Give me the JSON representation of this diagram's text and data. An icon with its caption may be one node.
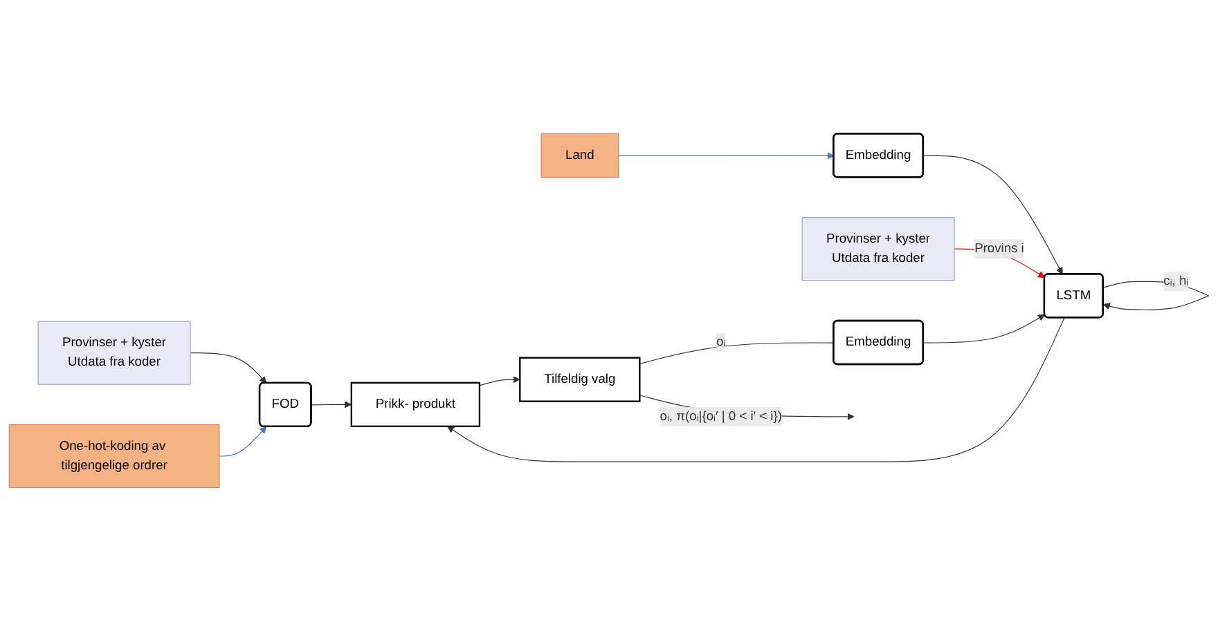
{
  "diagram": {
    "nodes": [
      {
        "text": [
          "Provinser + kyster",
          "Utdata fra koder"
        ]
      },
      {
        "text": [
          "One-hot-koding av tilgjengelige ordrer"
        ]
      },
      {
        "text": [
          "Land"
        ]
      },
      {
        "text": [
          "FOD"
        ]
      },
      {
        "text": [
          "Embedding"
        ]
      },
      {
        "text": [
          "Provinser + kyster",
          "Utdata fra koder"
        ]
      },
      {
        "text": [
          "LSTM"
        ]
      },
      {
        "text": [
          "Prikk- produkt"
        ]
      },
      {
        "text": [
          "Tilfeldig valg"
        ]
      },
      {
        "text": [
          "Embedding"
        ]
      }
    ],
    "edges": [
      {
        "from": 0,
        "to": 3,
        "arrow": "to"
      },
      {
        "from": 1,
        "to": 3,
        "arrow": "to",
        "color": "#4472c4"
      },
      {
        "from": 2,
        "to": 4,
        "arrow": "to",
        "color": "#4472c4"
      },
      {
        "from": 4,
        "to": 6,
        "arrow": "to"
      },
      {
        "from": 5,
        "to": 6,
        "arrow": "to",
        "label": "Provins i",
        "color": "#ff0000"
      },
      {
        "from": 3,
        "to": 7,
        "arrow": "to"
      },
      {
        "from": 6,
        "to": 7,
        "arrow": "to"
      },
      {
        "from": 6,
        "to": 6,
        "arrow": "to",
        "label": "cᵢ, hᵢ"
      },
      {
        "from": 7,
        "to": 8,
        "arrow": "to"
      },
      {
        "from": 8,
        "to": null,
        "arrow": "to",
        "label": "oᵢ, π(oᵢ|{oᵢ′ | 0 < i′ < i})"
      },
      {
        "from": 8,
        "to": 9,
        "arrow": "none",
        "label": "oᵢ"
      },
      {
        "from": 9,
        "to": 6,
        "arrow": "to"
      }
    ]
  }
}
